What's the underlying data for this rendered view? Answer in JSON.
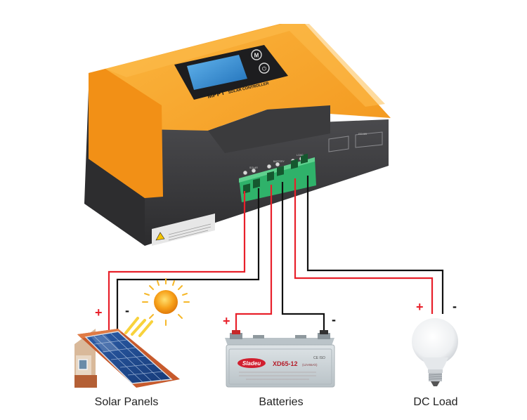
{
  "controller": {
    "brand_line": "MPPT",
    "model_line": "SOLAR CONTROLLER",
    "button_top_symbol": "M",
    "button_bottom_symbol": "⏻",
    "terminal_group_labels": [
      "SOLAR",
      "BATTERY",
      "LOAD"
    ],
    "port_labels": [
      "",
      "RS485"
    ]
  },
  "devices": [
    {
      "name": "Solar Panels"
    },
    {
      "name": "Batteries",
      "brand": "Sladeu",
      "model": "XD65-12",
      "model_suffix": "(12V65Ah)",
      "cert": "CE ISO"
    },
    {
      "name": "DC Load"
    }
  ],
  "signs": {
    "positive": "+",
    "negative": "-"
  },
  "colors": {
    "housing_orange": "#f7a21d",
    "housing_dark": "#3a3a3c",
    "terminal_green": "#2fb26a",
    "wire_positive": "#e8202a",
    "wire_negative": "#111111",
    "lcd_screen": "#2e8fd6",
    "battery_body": "#cfd6da"
  }
}
